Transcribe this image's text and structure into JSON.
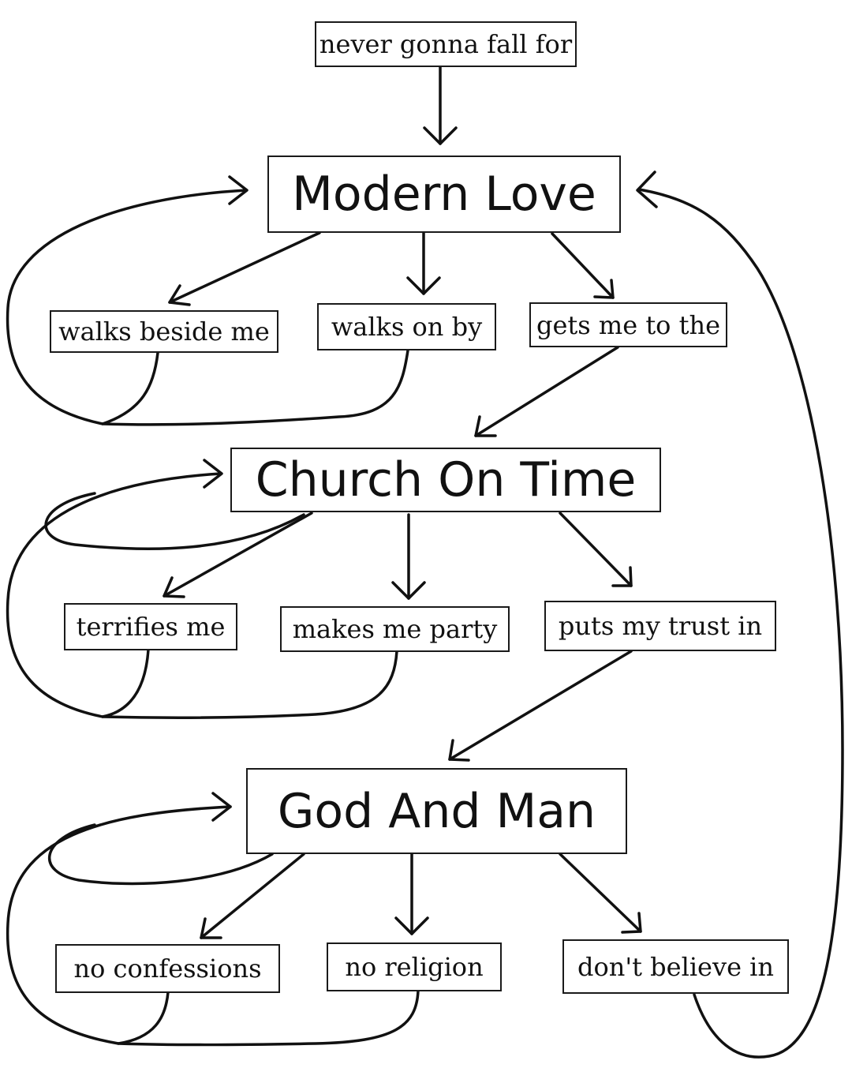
{
  "diagram": {
    "start": "never gonna fall for",
    "stages": [
      {
        "title": "Modern Love",
        "options": [
          "walks beside me",
          "walks on by",
          "gets me to the"
        ]
      },
      {
        "title": "Church On Time",
        "options": [
          "terrifies me",
          "makes me party",
          "puts my trust in"
        ]
      },
      {
        "title": "God And Man",
        "options": [
          "no confessions",
          "no religion",
          "don't believe in"
        ]
      }
    ]
  },
  "colors": {
    "stroke": "#111111",
    "background": "#ffffff"
  }
}
